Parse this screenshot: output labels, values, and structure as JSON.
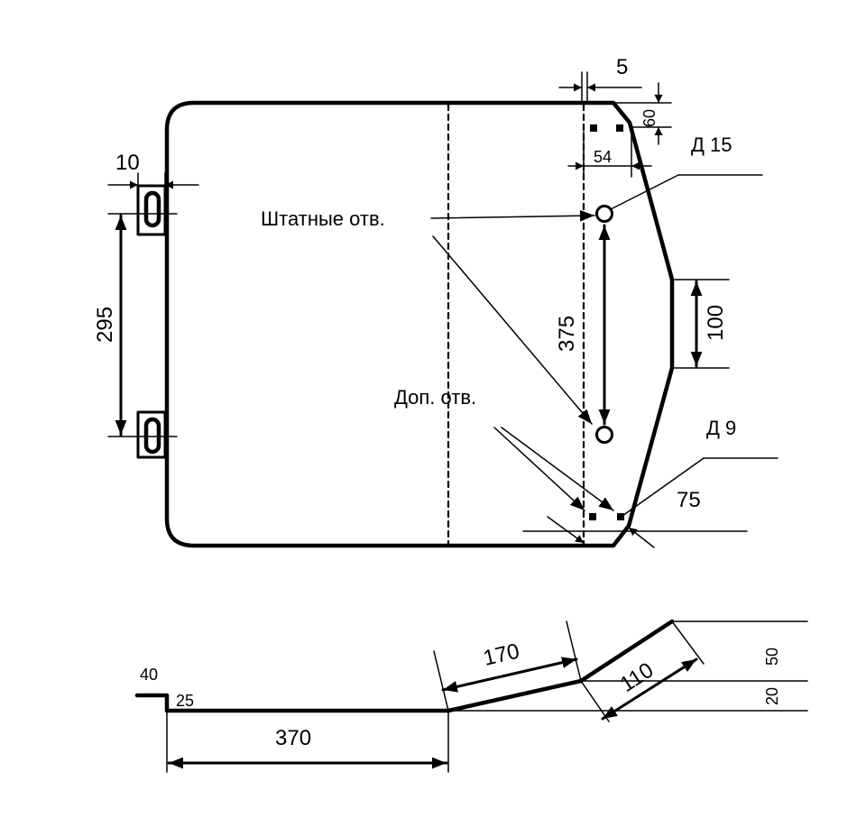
{
  "labels": {
    "standard_holes": "Штатные отв.",
    "extra_holes": "Доп. отв.",
    "d15": "Д 15",
    "d9": "Д 9"
  },
  "dims": {
    "d5": "5",
    "d60": "60",
    "d54": "54",
    "d10": "10",
    "d295": "295",
    "d375": "375",
    "d100": "100",
    "d75": "75",
    "d40": "40",
    "d25": "25",
    "d370": "370",
    "d170": "170",
    "d110": "110",
    "d50": "50",
    "d20": "20"
  }
}
